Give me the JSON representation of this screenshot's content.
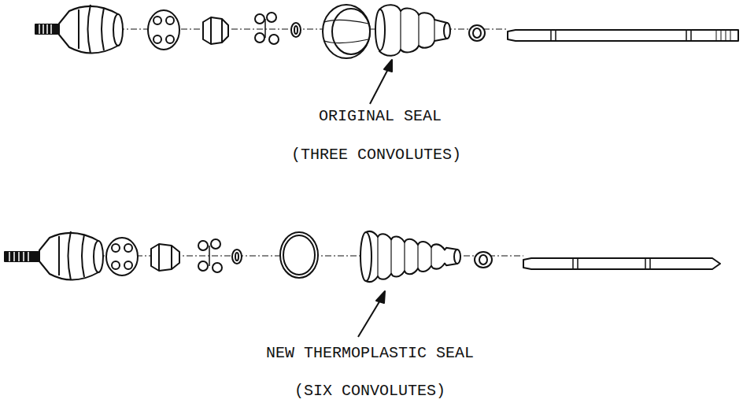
{
  "diagram": {
    "labels": [
      "ORIGINAL SEAL",
      "(THREE CONVOLUTES)",
      "NEW THERMOPLASTIC SEAL",
      "(SIX CONVOLUTES)"
    ]
  }
}
